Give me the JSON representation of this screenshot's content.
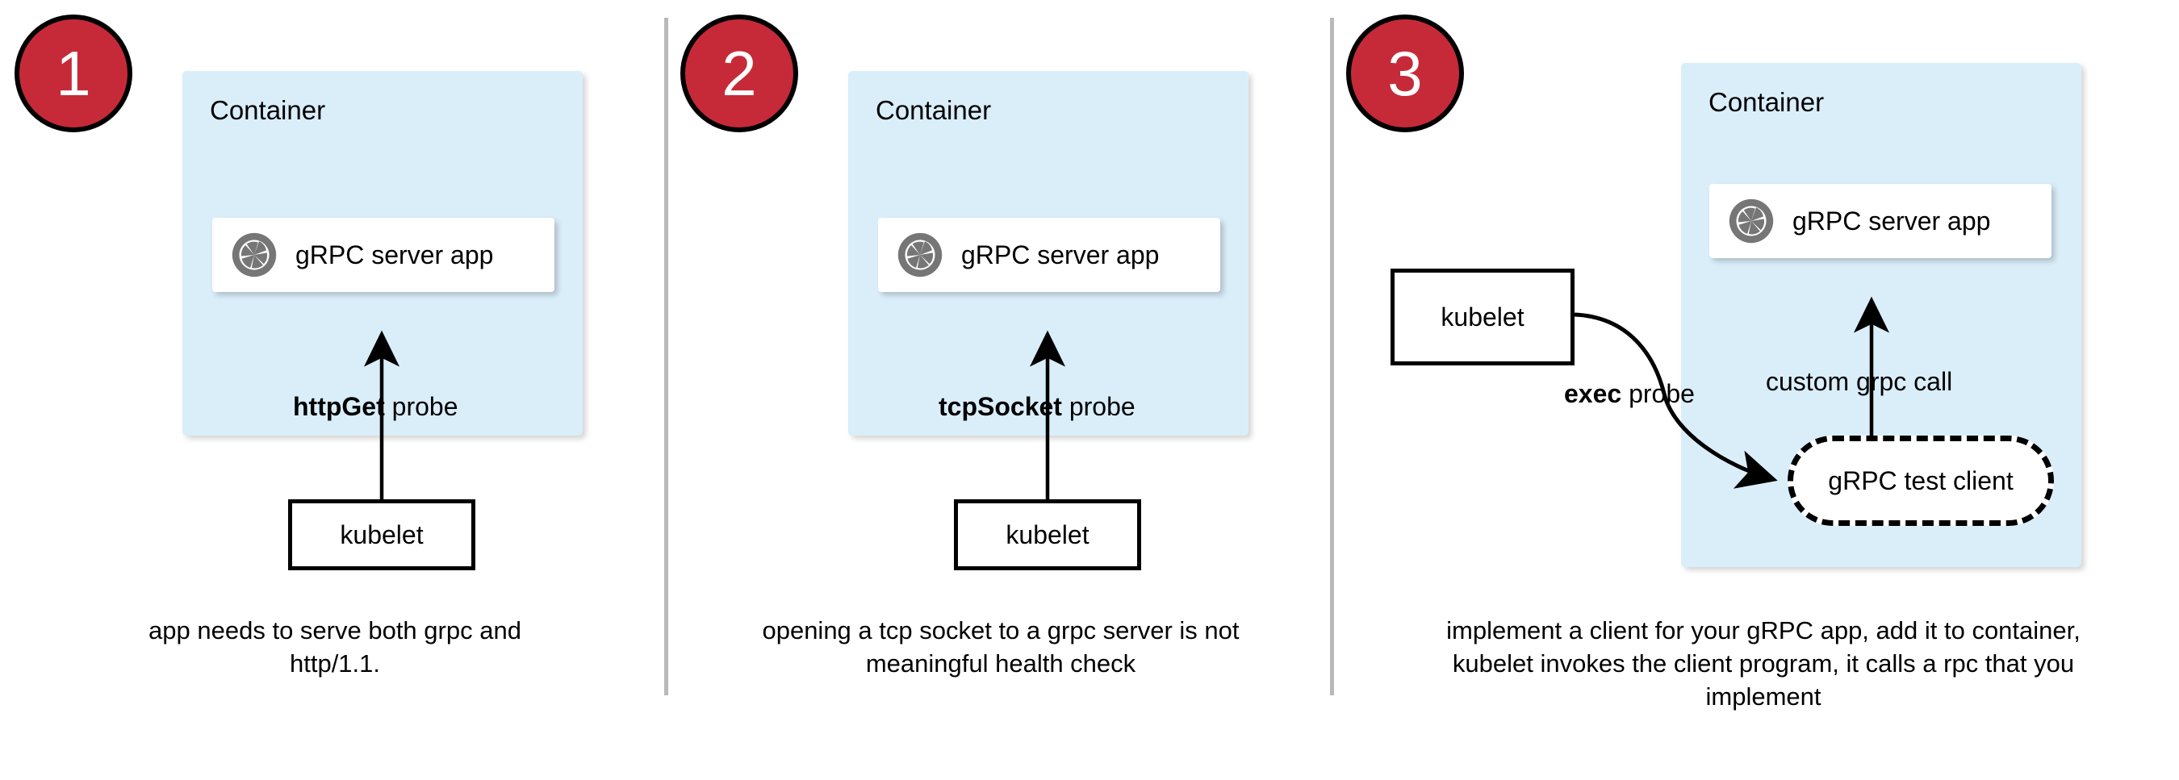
{
  "diagram": {
    "title": "gRPC health check probe approaches",
    "divider_color": "#b9b9b9",
    "badge_color": "#c62a38",
    "container_fill": "#daeefa",
    "card_fill": "#ffffff",
    "stroke_color": "#000000",
    "icon_color": "#767676"
  },
  "panels": [
    {
      "badge": "1",
      "container_label": "Container",
      "app_label": "gRPC server app",
      "app_icon": "grpc-logo-icon",
      "probe_label_bold": "httpGet",
      "probe_label_rest": " probe",
      "kubelet_label": "kubelet",
      "caption": "app needs to serve both grpc and http/1.1."
    },
    {
      "badge": "2",
      "container_label": "Container",
      "app_label": "gRPC server app",
      "app_icon": "grpc-logo-icon",
      "probe_label_bold": "tcpSocket",
      "probe_label_rest": " probe",
      "kubelet_label": "kubelet",
      "caption": "opening a tcp socket to a grpc server is not meaningful health check"
    },
    {
      "badge": "3",
      "container_label": "Container",
      "app_label": "gRPC server app",
      "app_icon": "grpc-logo-icon",
      "probe_label_bold": "exec",
      "probe_label_rest": " probe",
      "call_label": "custom grpc call",
      "kubelet_label": "kubelet",
      "test_client_label": "gRPC test client",
      "caption": "implement a client for your gRPC app, add it to container, kubelet invokes the client program, it calls a rpc that you implement"
    }
  ]
}
